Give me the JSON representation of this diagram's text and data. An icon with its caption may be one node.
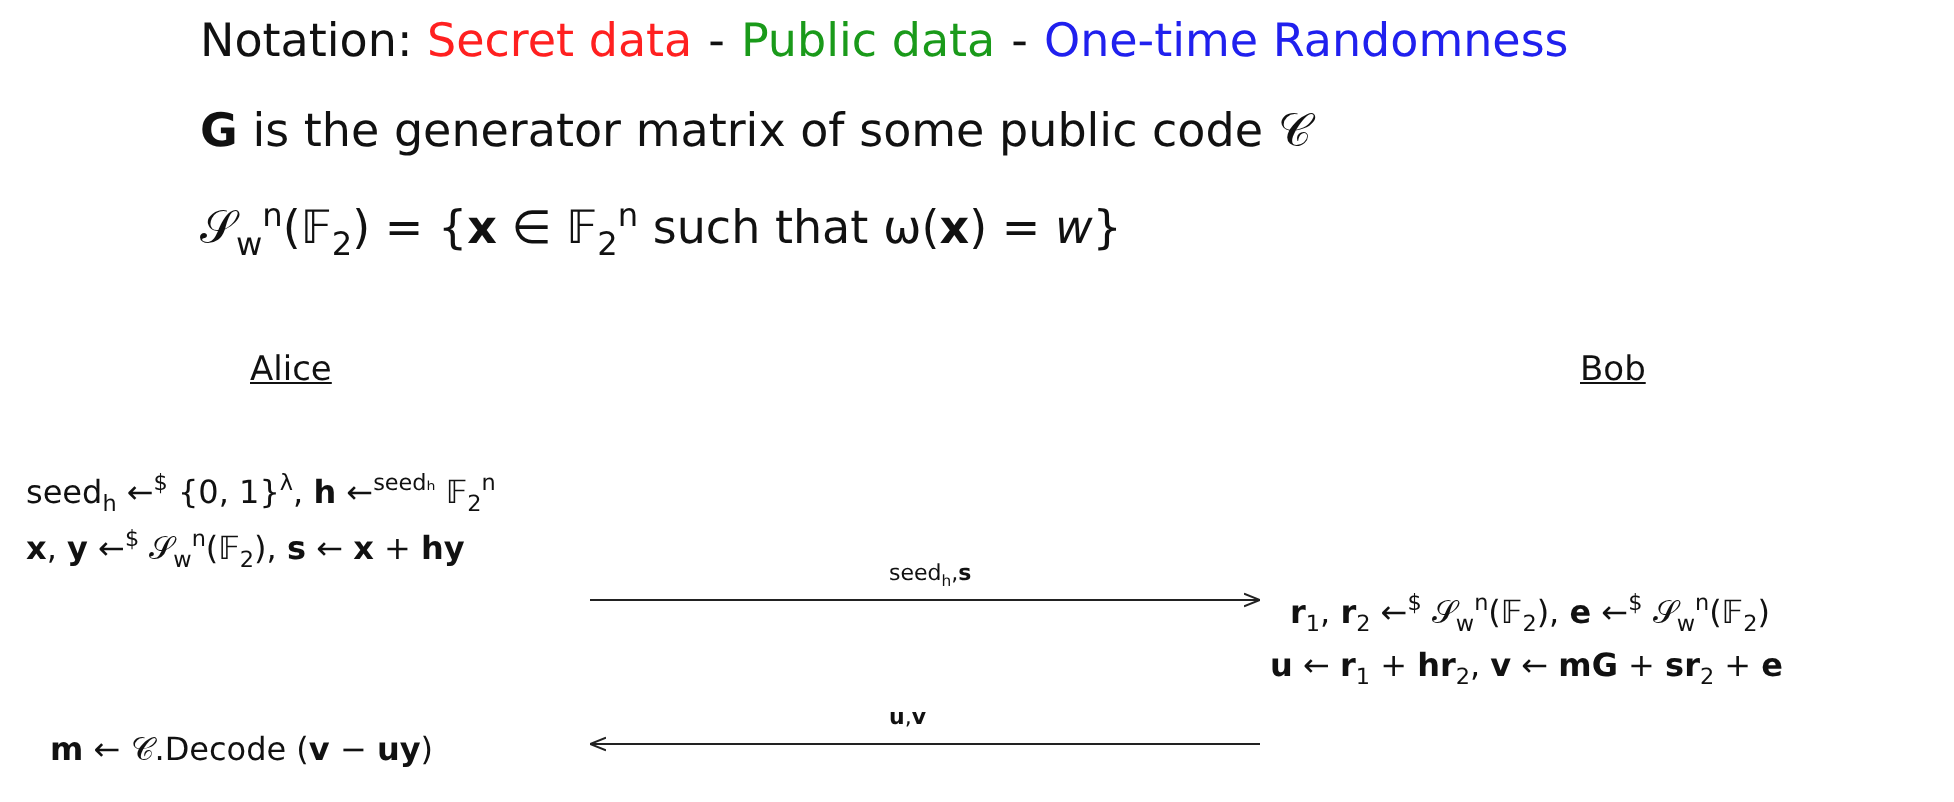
{
  "diagram": {
    "nodes": [
      {
        "text": [
          "Alice",
          "seed$_{h}$ ←$^{$}$ {0, 1}$^{λ}$, **h** ←$^{seedₕ}$ 𝔽$_{2}$$^{n}$",
          "**x**, **y** ←$^{$}$ 𝒮$_{w}$$^{n}$(𝔽$_{2}$), **s** ← **x** + **hy**",
          "**m** ← 𝒞.Decode (**v** − **uy**)"
        ]
      },
      {
        "text": [
          "Bob",
          "**r**$_{1}$, **r**$_{2}$ ←$^{$}$ 𝒮$_{w}$$^{n}$(𝔽$_{2}$), **e** ←$^{$}$ 𝒮$_{w}$$^{n}$(𝔽$_{2}$)",
          "**u** ← **r**$_{1}$ + **hr**$_{2}$,    **v** ← **mG** + **sr**$_{2}$ + **e**"
        ]
      }
    ],
    "edges": [
      {
        "from": 0,
        "to": 1,
        "arrow": "to",
        "label": "seed$_{h}$,**s**"
      },
      {
        "from": 1,
        "to": 0,
        "arrow": "to",
        "label": "**u**,**v**"
      }
    ],
    "labels": [
      "Notation:",
      "-",
      "-",
      "**G** is the generator matrix of some public code 𝒞",
      "𝒮$_{w}$$^{n}$(𝔽$_{2}$) = {**x** ∈ 𝔽$_{2}$$^{n}$ such that ω(**x**) = *w*}"
    ],
    "legend": [
      {
        "text": "Secret data",
        "color": "#ff2020"
      },
      {
        "text": "Public data",
        "color": "#1a9a1a"
      },
      {
        "text": "One-time Randomness",
        "color": "#2020ee"
      }
    ]
  }
}
